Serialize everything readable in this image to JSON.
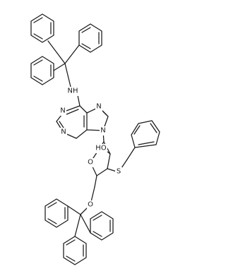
{
  "diagram": {
    "atom_labels": {
      "nh": "NH",
      "n1": "N",
      "n3": "N",
      "n7": "N",
      "n9": "N",
      "ring_o": "O",
      "ho": "HO",
      "s": "S",
      "ether_o": "O"
    }
  }
}
